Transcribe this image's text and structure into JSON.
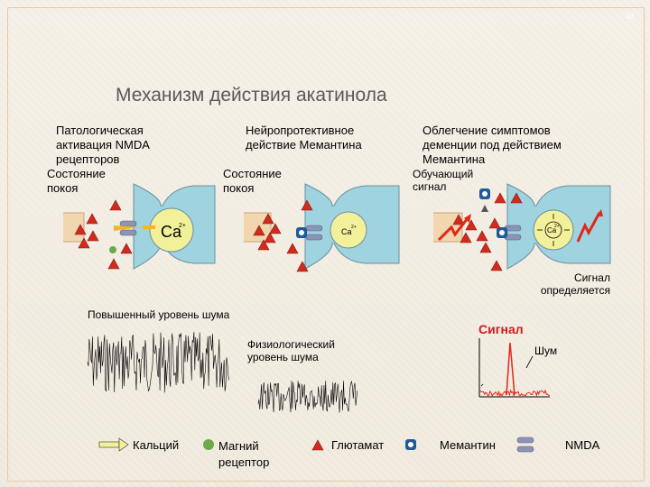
{
  "page_number": "42",
  "title": "Механизм действия акатинола",
  "panels": [
    {
      "header_l1": "Патологическая",
      "header_l2": "активация NMDA",
      "header_l3": "рецепторов",
      "state_l1": "Состояние",
      "state_l2": "покоя",
      "ion_label": "Ca"
    },
    {
      "header_l1": "Нейропротективное",
      "header_l2": "действие Мемантина",
      "state_l1": "Состояние",
      "state_l2": "покоя",
      "ion_label": "Ca"
    },
    {
      "header_l1": "Облегчение симптомов",
      "header_l2": "деменции под действием",
      "header_l3": "Мемантина",
      "learning_l1": "Обучающий",
      "learning_l2": "сигнал",
      "ion_label": "Ca",
      "detected_l1": "Сигнал",
      "detected_l2": "определяется"
    }
  ],
  "noise": {
    "high_label": "Повышенный уровень шума",
    "phys_l1": "Физиологический",
    "phys_l2": "уровень шума",
    "signal_label": "Сигнал",
    "noise_label": "Шум"
  },
  "legend": {
    "calcium": "Кальций",
    "magnesium_l1": "Магний",
    "magnesium_l2": "рецептор",
    "glutamate": "Глютамат",
    "memantine": "Мемантин",
    "nmda": "NMDA"
  },
  "colors": {
    "neuron_fill": "#9fd3df",
    "neuron_stroke": "#6a8fa0",
    "terminal_fill": "#f3f09a",
    "glutamate": "#d42a1e",
    "magnesium": "#6aaa48",
    "memantine": "#1f5a9a",
    "receptor": "#8c94b5",
    "spike": "#e0281b"
  }
}
